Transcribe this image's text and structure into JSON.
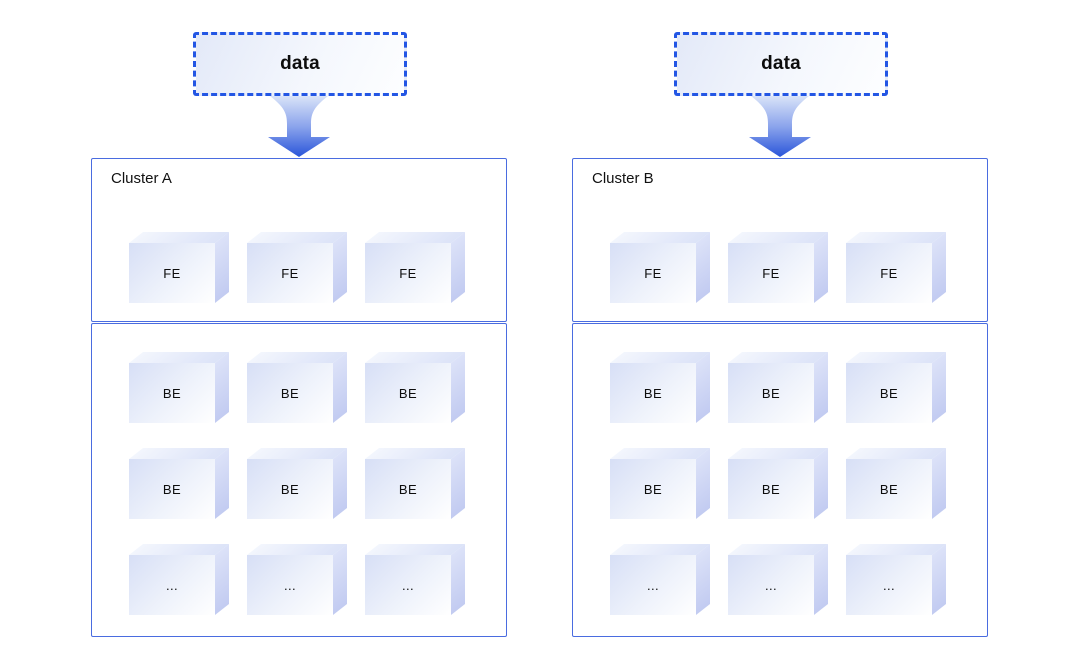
{
  "diagram": {
    "pipelines": [
      {
        "data_label": "data",
        "cluster_label": "Cluster A",
        "fe_nodes": [
          "FE",
          "FE",
          "FE"
        ],
        "be_rows": [
          [
            "BE",
            "BE",
            "BE"
          ],
          [
            "BE",
            "BE",
            "BE"
          ],
          [
            "...",
            "...",
            "..."
          ]
        ]
      },
      {
        "data_label": "data",
        "cluster_label": "Cluster B",
        "fe_nodes": [
          "FE",
          "FE",
          "FE"
        ],
        "be_rows": [
          [
            "BE",
            "BE",
            "BE"
          ],
          [
            "BE",
            "BE",
            "BE"
          ],
          [
            "...",
            "...",
            "..."
          ]
        ]
      }
    ],
    "colors": {
      "cluster_border": "#4a6ce0",
      "data_box_border": "#2356e4",
      "label_text": "#0d0d0d",
      "arrow_gradient_top": "#d9e3f8",
      "arrow_gradient_mid": "#8ba4ec",
      "arrow_gradient_bottom": "#2a55d9",
      "cube_front": "#e3eafa",
      "cube_top": "#e6ebf9",
      "cube_side": "#c2cbf1"
    }
  }
}
